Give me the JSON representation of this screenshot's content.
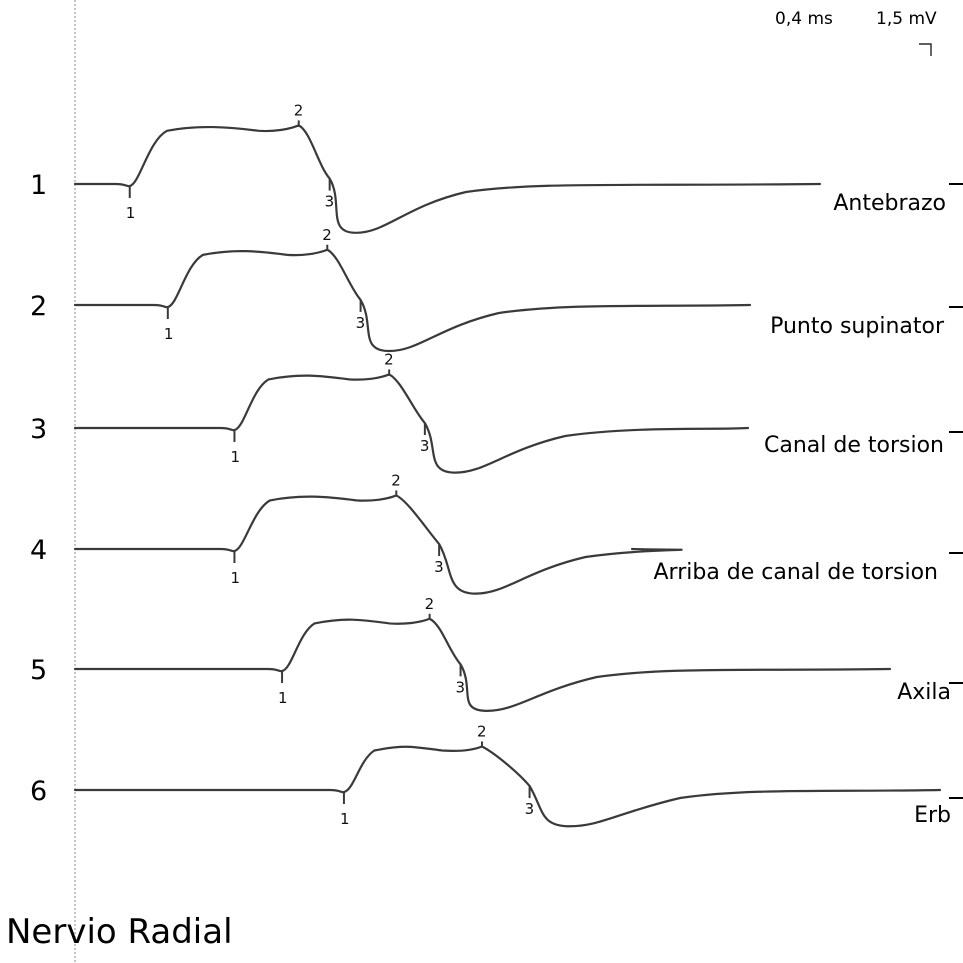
{
  "title": "Nervio Radial",
  "scale": {
    "time": "0,4 ms",
    "amplitude": "1,5 mV"
  },
  "colors": {
    "trace": "#3a3a3a",
    "text": "#000000",
    "guide": "#888888"
  },
  "chart_data": {
    "type": "line",
    "title": "Nervio Radial",
    "sensitivity_label": "1,5 mV",
    "sweep_label": "0,4 ms",
    "traces": [
      {
        "number": "1",
        "site": "Antebrazo",
        "markers": [
          {
            "label": "1",
            "latency_ms": 1.15
          },
          {
            "label": "2",
            "latency_ms": 4.7
          },
          {
            "label": "3",
            "latency_ms": 5.35
          }
        ],
        "amplitude_mV": 3.5
      },
      {
        "number": "2",
        "site": "Punto supinator",
        "markers": [
          {
            "label": "1",
            "latency_ms": 1.95
          },
          {
            "label": "2",
            "latency_ms": 5.3
          },
          {
            "label": "3",
            "latency_ms": 6.0
          }
        ],
        "amplitude_mV": 3.3
      },
      {
        "number": "3",
        "site": "Canal de torsion",
        "markers": [
          {
            "label": "1",
            "latency_ms": 3.35
          },
          {
            "label": "2",
            "latency_ms": 6.6
          },
          {
            "label": "3",
            "latency_ms": 7.35
          }
        ],
        "amplitude_mV": 3.2
      },
      {
        "number": "4",
        "site": "Arriba de canal de torsion",
        "markers": [
          {
            "label": "1",
            "latency_ms": 3.35
          },
          {
            "label": "2",
            "latency_ms": 6.75
          },
          {
            "label": "3",
            "latency_ms": 7.65
          }
        ],
        "amplitude_mV": 3.2
      },
      {
        "number": "5",
        "site": "Axila",
        "markers": [
          {
            "label": "1",
            "latency_ms": 4.35
          },
          {
            "label": "2",
            "latency_ms": 7.45
          },
          {
            "label": "3",
            "latency_ms": 8.1
          }
        ],
        "amplitude_mV": 3.0
      },
      {
        "number": "6",
        "site": "Erb",
        "markers": [
          {
            "label": "1",
            "latency_ms": 5.65
          },
          {
            "label": "2",
            "latency_ms": 8.55
          },
          {
            "label": "3",
            "latency_ms": 9.55
          }
        ],
        "amplitude_mV": 2.6
      }
    ]
  }
}
